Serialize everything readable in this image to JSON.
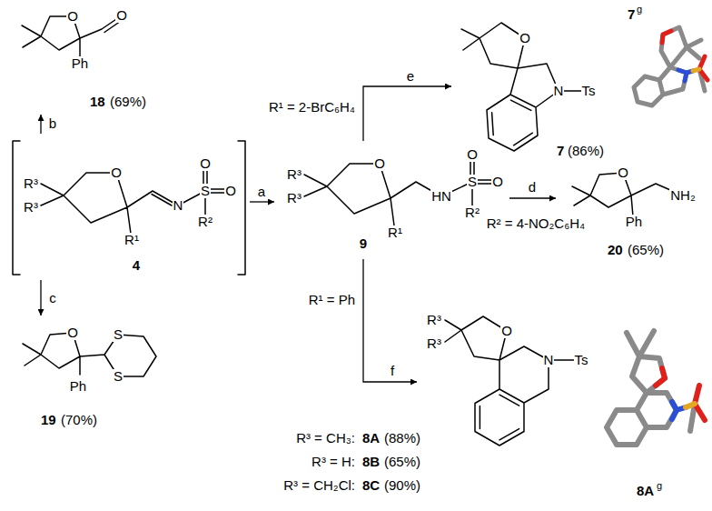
{
  "diagram": {
    "nodes": [
      {
        "text": [
          "O",
          "Ph",
          "O",
          "18",
          "(69%)"
        ]
      },
      {
        "text": [
          "O",
          "N",
          "Ts",
          "7",
          "(86%)"
        ]
      },
      {
        "text": [
          "R³",
          "R³",
          "O",
          "R¹",
          "N",
          "S",
          "O",
          "O",
          "R²",
          "4"
        ]
      },
      {
        "text": [
          "R³",
          "R³",
          "O",
          "R¹",
          "HN",
          "S",
          "O",
          "O",
          "R²",
          "9"
        ]
      },
      {
        "text": [
          "O",
          "Ph",
          "NH₂",
          "20",
          "(65%)"
        ]
      },
      {
        "text": [
          "O",
          "Ph",
          "S",
          "S",
          "19",
          "(70%)"
        ]
      },
      {
        "text": [
          "R³",
          "R³",
          "O",
          "N",
          "Ts"
        ]
      }
    ],
    "edges": [
      {
        "from": 2,
        "to": 0,
        "arrow": "to",
        "label": "b"
      },
      {
        "from": 2,
        "to": 3,
        "arrow": "to",
        "label": "a"
      },
      {
        "from": 2,
        "to": 5,
        "arrow": "to",
        "label": "c"
      },
      {
        "from": 3,
        "to": 1,
        "arrow": "to",
        "label": "e"
      },
      {
        "from": 3,
        "to": 4,
        "arrow": "to",
        "label": "d"
      },
      {
        "from": 3,
        "to": 6,
        "arrow": "to",
        "label": "f"
      }
    ],
    "labels": [
      "R¹ = 2-BrC₆H₄",
      "R² = 4-NO₂C₆H₄",
      "R¹ = Ph",
      "R³ = CH₃:",
      "8A",
      "(88%)",
      "R³ = H:",
      "8B",
      "(65%)",
      "R³ = CH₂Cl:",
      "8C",
      "(90%)",
      "7",
      "g",
      "8A",
      "g"
    ]
  }
}
